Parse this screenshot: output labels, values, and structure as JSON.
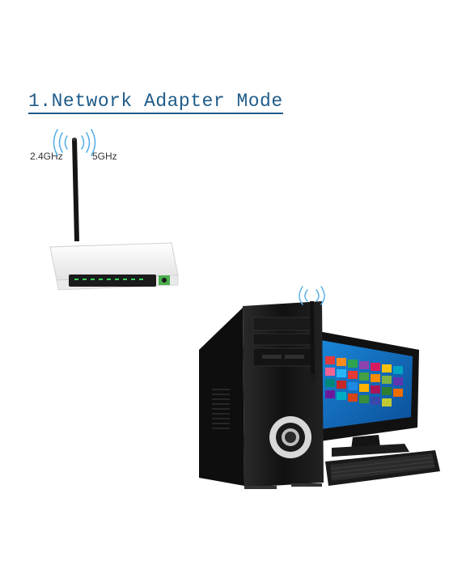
{
  "title": "1.Network Adapter Mode",
  "router": {
    "band_left": "2.4GHz",
    "band_right": "5GHz"
  },
  "colors": {
    "title": "#1f5c8a",
    "wifi_waves": "#5ab0e8",
    "router_body": "#f4f4f4",
    "router_panel": "#1b1b1b",
    "led_green": "#3bd15a",
    "pc_case": "#1a1a1a",
    "screen_blue": "#1573c8"
  },
  "icons": [
    "wifi-signal-icon",
    "antenna-icon",
    "power-led-icon"
  ]
}
